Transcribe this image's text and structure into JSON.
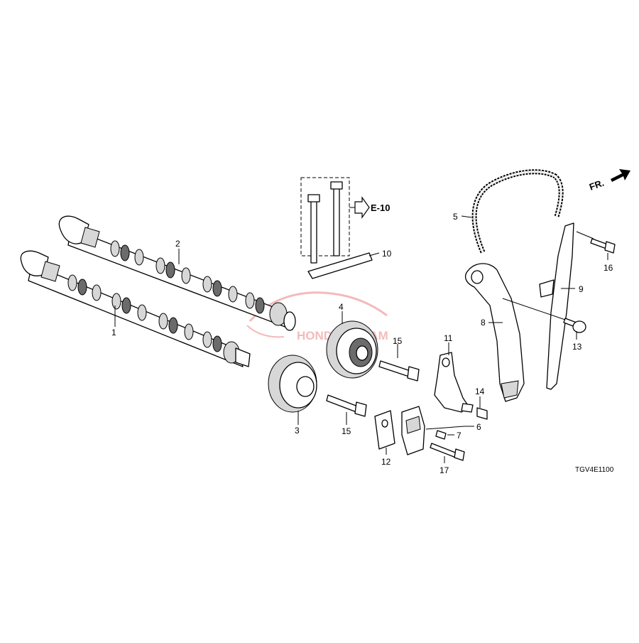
{
  "diagram_code": "TGV4E1100",
  "direction_label": "FR.",
  "reference_label": "E-10",
  "watermark_text": "HONDA DREAM",
  "callouts": {
    "c1": "1",
    "c2": "2",
    "c3": "3",
    "c4": "4",
    "c5": "5",
    "c6": "6",
    "c7": "7",
    "c8": "8",
    "c9": "9",
    "c10": "10",
    "c11": "11",
    "c12": "12",
    "c13": "13",
    "c14": "14",
    "c15a": "15",
    "c15b": "15",
    "c16": "16",
    "c17": "17"
  },
  "colors": {
    "line": "#000000",
    "shade": "#d7d7d7",
    "watermark": "#e23b3b"
  }
}
